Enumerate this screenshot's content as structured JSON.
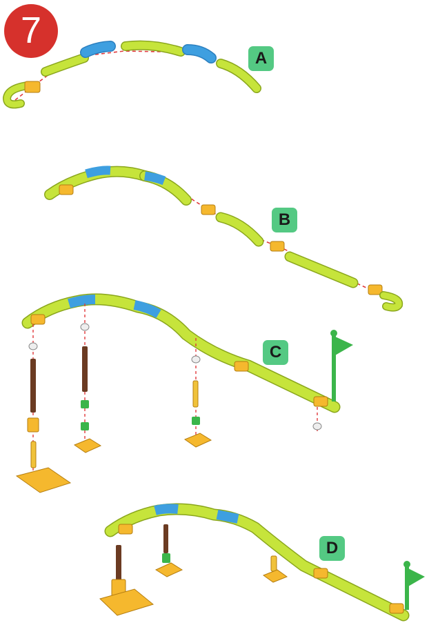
{
  "step": {
    "number": "7",
    "color": "#d6312c"
  },
  "stages": [
    {
      "label": "A"
    },
    {
      "label": "B"
    },
    {
      "label": "C"
    },
    {
      "label": "D"
    }
  ],
  "colors": {
    "track": "#c6e43b",
    "track_edge": "#8aa61c",
    "track_blue": "#3e9fe0",
    "connector": "#f5b82e",
    "post": "#6b3b22",
    "label_bg": "#54c983",
    "flag": "#3bb54a",
    "dash": "#e0383b"
  }
}
